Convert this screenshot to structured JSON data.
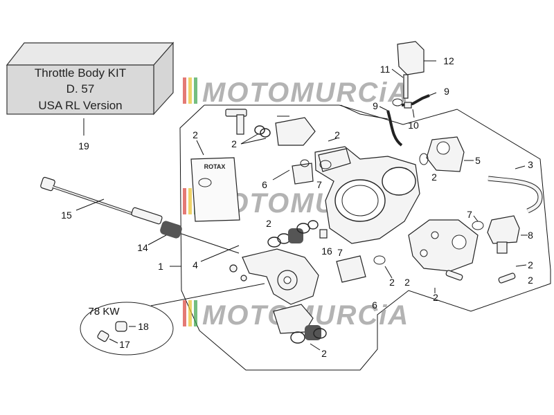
{
  "kit_box": {
    "line1": "Throttle Body KIT",
    "line2": "D. 57",
    "line3": "USA RL Version"
  },
  "watermark": {
    "text": "MOTOMURCiA"
  },
  "rotax_card": {
    "text": "ROTAX"
  },
  "variant_label": "78 KW",
  "callouts": {
    "c19": "19",
    "c15": "15",
    "c14": "14",
    "c1": "1",
    "c4": "4",
    "c17": "17",
    "c18": "18",
    "c2_a": "2",
    "c2_b": "2",
    "c2_c": "2",
    "c2_d": "2",
    "c2_e": "2",
    "c2_f": "2",
    "c2_g": "2",
    "c2_h": "2",
    "c2_i": "2",
    "c2_j": "2",
    "c2_k": "2",
    "c3": "3",
    "c5": "5",
    "c6_a": "6",
    "c6_b": "6",
    "c7_a": "7",
    "c7_b": "7",
    "c7_c": "7",
    "c8": "8",
    "c9_a": "9",
    "c9_b": "9",
    "c10": "10",
    "c11": "11",
    "c12": "12",
    "c16": "16"
  },
  "colors": {
    "stripe_red": "#d9413b",
    "stripe_yellow": "#e8c12b",
    "stripe_green": "#3aa24a"
  }
}
